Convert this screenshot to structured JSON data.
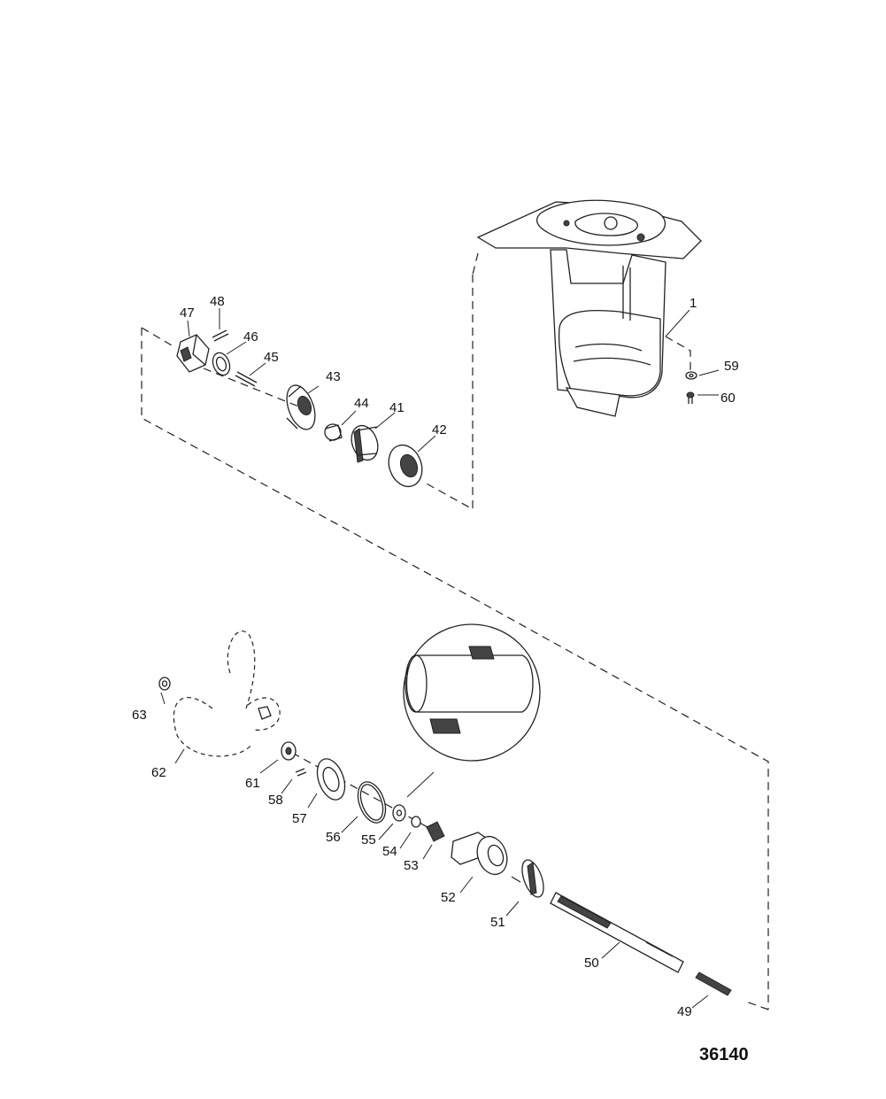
{
  "figure_number": "36140",
  "callouts": [
    {
      "id": "c1",
      "text": "1"
    },
    {
      "id": "c41",
      "text": "41"
    },
    {
      "id": "c42",
      "text": "42"
    },
    {
      "id": "c43",
      "text": "43"
    },
    {
      "id": "c44",
      "text": "44"
    },
    {
      "id": "c45",
      "text": "45"
    },
    {
      "id": "c46",
      "text": "46"
    },
    {
      "id": "c47",
      "text": "47"
    },
    {
      "id": "c48",
      "text": "48"
    },
    {
      "id": "c49",
      "text": "49"
    },
    {
      "id": "c50",
      "text": "50"
    },
    {
      "id": "c51",
      "text": "51"
    },
    {
      "id": "c52",
      "text": "52"
    },
    {
      "id": "c53",
      "text": "53"
    },
    {
      "id": "c54",
      "text": "54"
    },
    {
      "id": "c55",
      "text": "55"
    },
    {
      "id": "c56",
      "text": "56"
    },
    {
      "id": "c57",
      "text": "57"
    },
    {
      "id": "c58",
      "text": "58"
    },
    {
      "id": "c59",
      "text": "59"
    },
    {
      "id": "c60",
      "text": "60"
    },
    {
      "id": "c61",
      "text": "61"
    },
    {
      "id": "c62",
      "text": "62"
    },
    {
      "id": "c63",
      "text": "63"
    }
  ]
}
